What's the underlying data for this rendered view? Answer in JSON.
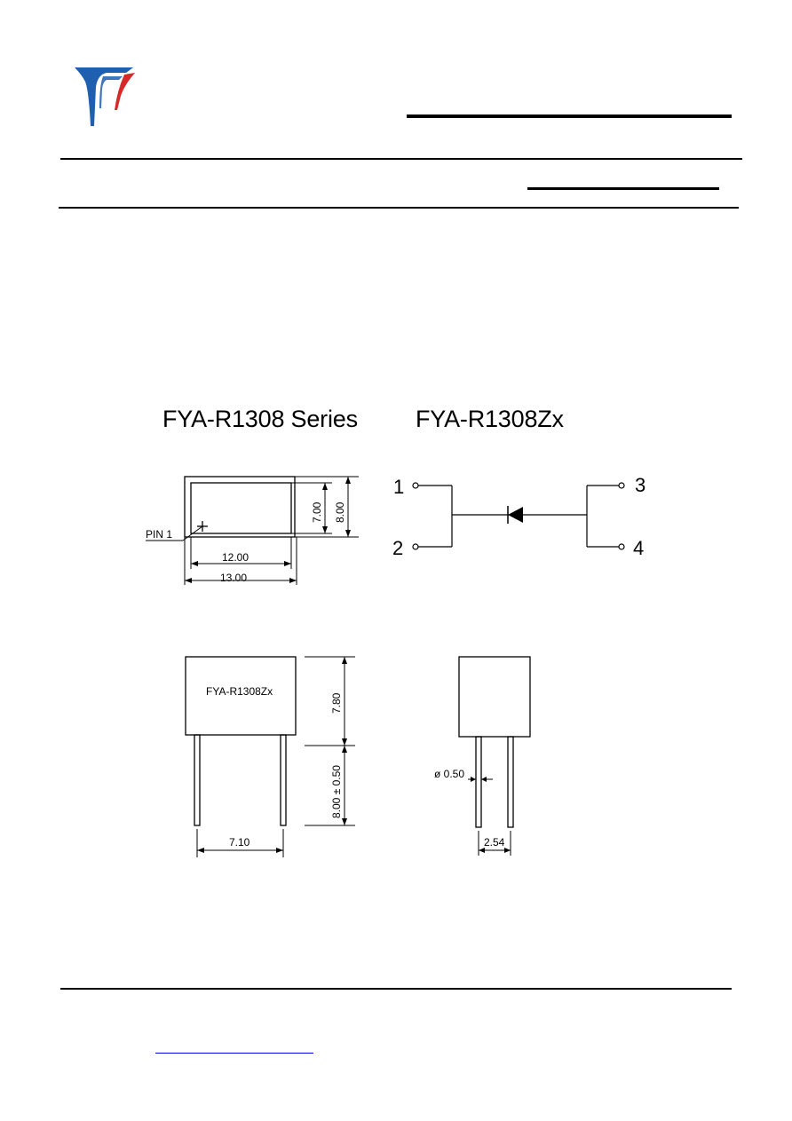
{
  "headings": {
    "series": "FYA-R1308 Series",
    "model": "FYA-R1308Zx"
  },
  "top_view": {
    "pin_label": "PIN 1",
    "dim_inner_width": "12.00",
    "dim_outer_width": "13.00",
    "dim_inner_height": "7.00",
    "dim_outer_height": "8.00"
  },
  "schematic": {
    "pin1": "1",
    "pin2": "2",
    "pin3": "3",
    "pin4": "4"
  },
  "front_view": {
    "marking": "FYA-R1308Zx",
    "dim_body_height": "7.80",
    "dim_lead_length": "8.00 ± 0.50",
    "dim_lead_pitch": "7.10"
  },
  "side_view": {
    "dim_lead_diameter": "ø 0.50",
    "dim_lead_pitch": "2.54"
  },
  "colors": {
    "logo_blue": "#1f5fb0",
    "logo_red": "#d42a2a",
    "link_blue": "#0000ee"
  }
}
